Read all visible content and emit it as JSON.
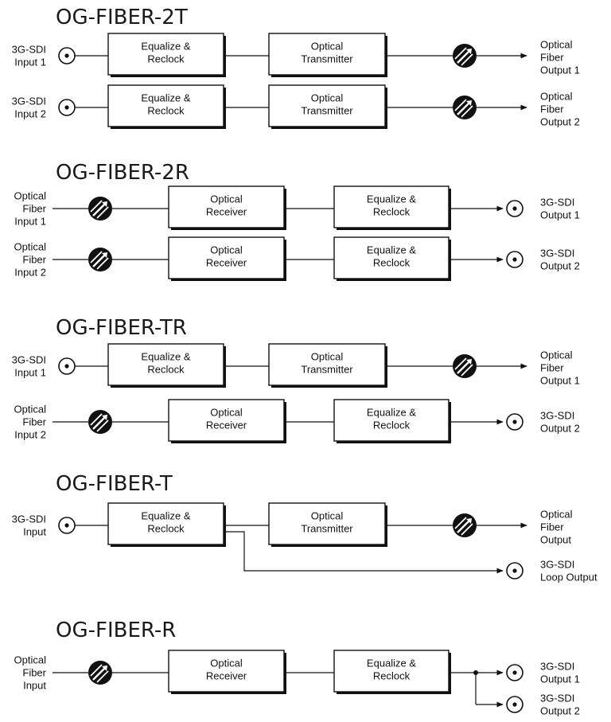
{
  "sections": [
    {
      "title": "OG-FIBER-2T",
      "rows": [
        {
          "input": [
            "3G-SDI",
            "Input 1"
          ],
          "box1": [
            "Equalize &",
            "Reclock"
          ],
          "box2": [
            "Optical",
            "Transmitter"
          ],
          "output": [
            "Optical",
            "Fiber",
            "Output 1"
          ]
        },
        {
          "input": [
            "3G-SDI",
            "Input 2"
          ],
          "box1": [
            "Equalize &",
            "Reclock"
          ],
          "box2": [
            "Optical",
            "Transmitter"
          ],
          "output": [
            "Optical",
            "Fiber",
            "Output 2"
          ]
        }
      ]
    },
    {
      "title": "OG-FIBER-2R",
      "rows": [
        {
          "input": [
            "Optical",
            "Fiber",
            "Input 1"
          ],
          "box1": [
            "Optical",
            "Receiver"
          ],
          "box2": [
            "Equalize &",
            "Reclock"
          ],
          "output": [
            "3G-SDI",
            "Output 1"
          ]
        },
        {
          "input": [
            "Optical",
            "Fiber",
            "Input 2"
          ],
          "box1": [
            "Optical",
            "Receiver"
          ],
          "box2": [
            "Equalize &",
            "Reclock"
          ],
          "output": [
            "3G-SDI",
            "Output 2"
          ]
        }
      ]
    },
    {
      "title": "OG-FIBER-TR",
      "rows": [
        {
          "input": [
            "3G-SDI",
            "Input 1"
          ],
          "box1": [
            "Equalize &",
            "Reclock"
          ],
          "box2": [
            "Optical",
            "Transmitter"
          ],
          "output": [
            "Optical",
            "Fiber",
            "Output 1"
          ]
        },
        {
          "input": [
            "Optical",
            "Fiber",
            "Input 2"
          ],
          "box1": [
            "Optical",
            "Receiver"
          ],
          "box2": [
            "Equalize &",
            "Reclock"
          ],
          "output": [
            "3G-SDI",
            "Output 2"
          ]
        }
      ]
    },
    {
      "title": "OG-FIBER-T",
      "rows": [
        {
          "input": [
            "3G-SDI",
            "Input"
          ],
          "box1": [
            "Equalize &",
            "Reclock"
          ],
          "box2": [
            "Optical",
            "Transmitter"
          ],
          "output": [
            "Optical",
            "Fiber",
            "Output"
          ]
        }
      ],
      "loop_output": [
        "3G-SDI",
        "Loop Output"
      ]
    },
    {
      "title": "OG-FIBER-R",
      "rows": [
        {
          "input": [
            "Optical",
            "Fiber",
            "Input"
          ],
          "box1": [
            "Optical",
            "Receiver"
          ],
          "box2": [
            "Equalize &",
            "Reclock"
          ],
          "outputs": [
            [
              "3G-SDI",
              "Output 1"
            ],
            [
              "3G-SDI",
              "Output 2"
            ]
          ]
        }
      ]
    }
  ]
}
